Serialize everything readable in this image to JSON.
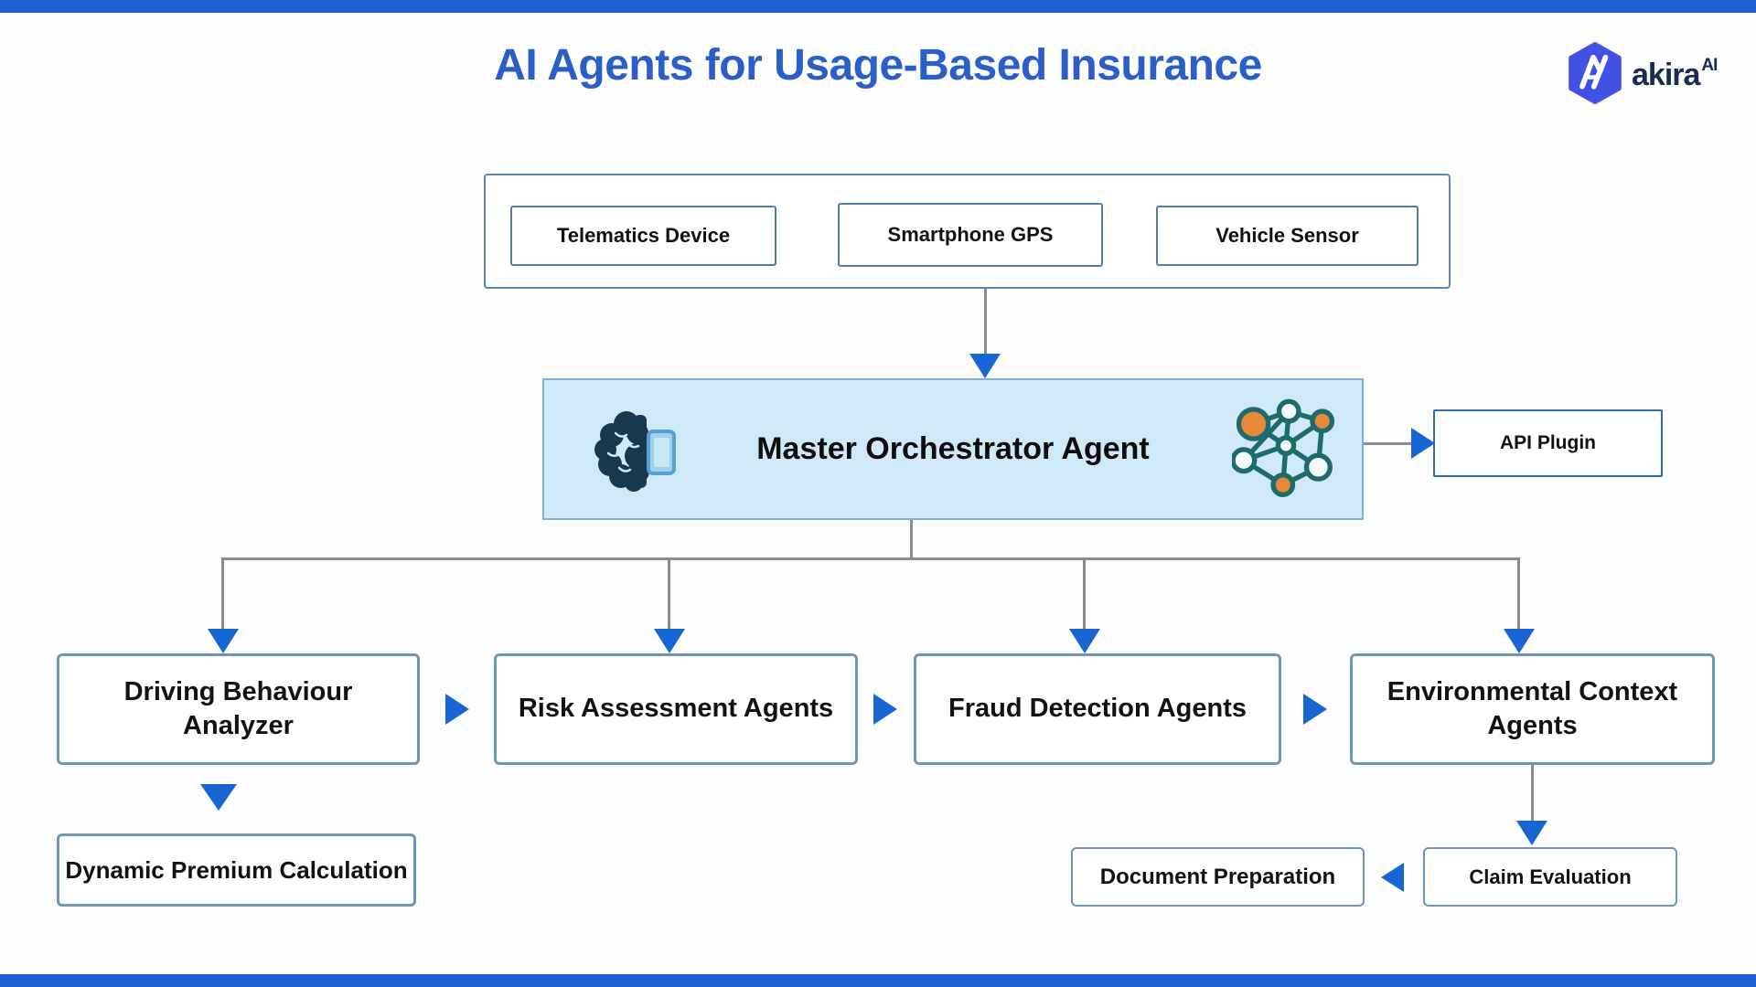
{
  "page": {
    "title": "AI Agents for Usage-Based Insurance"
  },
  "logo": {
    "brand": "akira",
    "superscript": "AI"
  },
  "sources": {
    "items": [
      {
        "label": "Telematics Device"
      },
      {
        "label": "Smartphone GPS"
      },
      {
        "label": "Vehicle Sensor"
      }
    ]
  },
  "orchestrator": {
    "label": "Master Orchestrator Agent",
    "icons": [
      "brain-device-icon",
      "network-graph-icon"
    ]
  },
  "api": {
    "label": "API Plugin"
  },
  "agents": {
    "items": [
      {
        "label": "Driving Behaviour Analyzer"
      },
      {
        "label": "Risk Assessment Agents"
      },
      {
        "label": "Fraud Detection Agents"
      },
      {
        "label": "Environmental Context Agents"
      }
    ]
  },
  "outputs": {
    "premium": "Dynamic Premium Calculation",
    "document": "Document Preparation",
    "claim": "Claim Evaluation"
  },
  "colors": {
    "accent_bar": "#2160d4",
    "title_blue": "#2a5fc9",
    "arrow_blue": "#1766d3",
    "connector_gray": "#8a8c90",
    "box_border_steel": "#6e94b6",
    "master_fill": "#cfe9f8",
    "master_border": "#7fb2d6",
    "logo_hex": "#4052e3",
    "logo_text": "#1b2b52",
    "node_orange": "#e8883a",
    "node_teal": "#1d6b6b"
  }
}
